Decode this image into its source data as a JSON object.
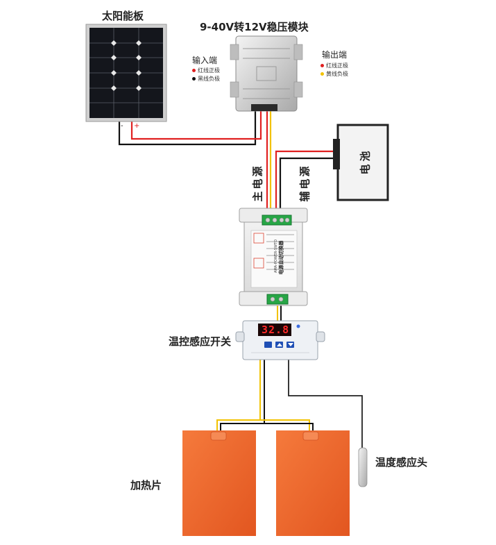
{
  "solar_panel": {
    "label": "太阳能板",
    "minus": "-",
    "plus": "+"
  },
  "regulator": {
    "title": "9-40V转12V稳压模块",
    "input_label": "输入端",
    "input_pos": "红线正极",
    "input_neg": "黑线负极",
    "output_label": "输出端",
    "output_pos": "红线正极",
    "output_neg": "黄线负极"
  },
  "main_power_label": "主电源",
  "aux_power_label": "辅电源",
  "battery_label": "电池",
  "switcher": {
    "title": "电源自动切换器",
    "model": "AMA-POWER-SWTO"
  },
  "thermostat": {
    "label": "温控感应开关",
    "display": "32.8"
  },
  "heater_label": "加热片",
  "probe_label": "温度感应头",
  "colors": {
    "wire_red": "#e02020",
    "wire_black": "#111111",
    "wire_yellow": "#f2c200",
    "heater": "#f0642c",
    "display": "#ff2a2a",
    "button_blue": "#1f4fb5"
  }
}
